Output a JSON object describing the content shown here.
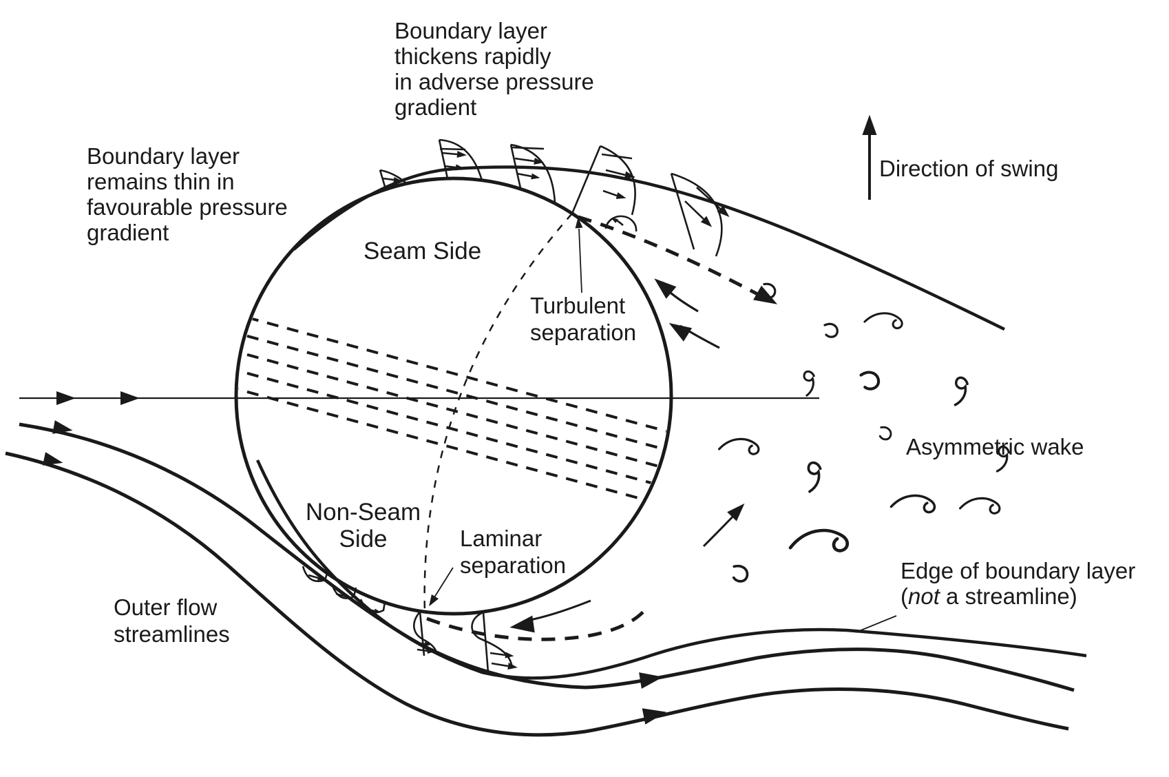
{
  "colors": {
    "ink": "#1a1a1a",
    "background": "#ffffff"
  },
  "labels": {
    "boundary_layer_adverse": {
      "lines": [
        "Boundary layer",
        "thickens rapidly",
        "in adverse pressure",
        "gradient"
      ]
    },
    "boundary_layer_favourable": {
      "lines": [
        "Boundary layer",
        "remains thin in",
        "favourable pressure",
        "gradient"
      ]
    },
    "direction_of_swing": "Direction of swing",
    "seam_side": "Seam Side",
    "non_seam_side": {
      "lines": [
        "Non-Seam",
        "Side"
      ]
    },
    "turbulent_separation": {
      "lines": [
        "Turbulent",
        "separation"
      ]
    },
    "laminar_separation": {
      "lines": [
        "Laminar",
        "separation"
      ]
    },
    "outer_flow_streamlines": {
      "lines": [
        "Outer flow",
        "streamlines"
      ]
    },
    "asymmetric_wake": "Asymmetric wake",
    "edge_of_boundary_layer": {
      "line1": "Edge of boundary layer",
      "paren_open": "(",
      "italic_word": "not",
      "rest": " a streamline)"
    }
  }
}
